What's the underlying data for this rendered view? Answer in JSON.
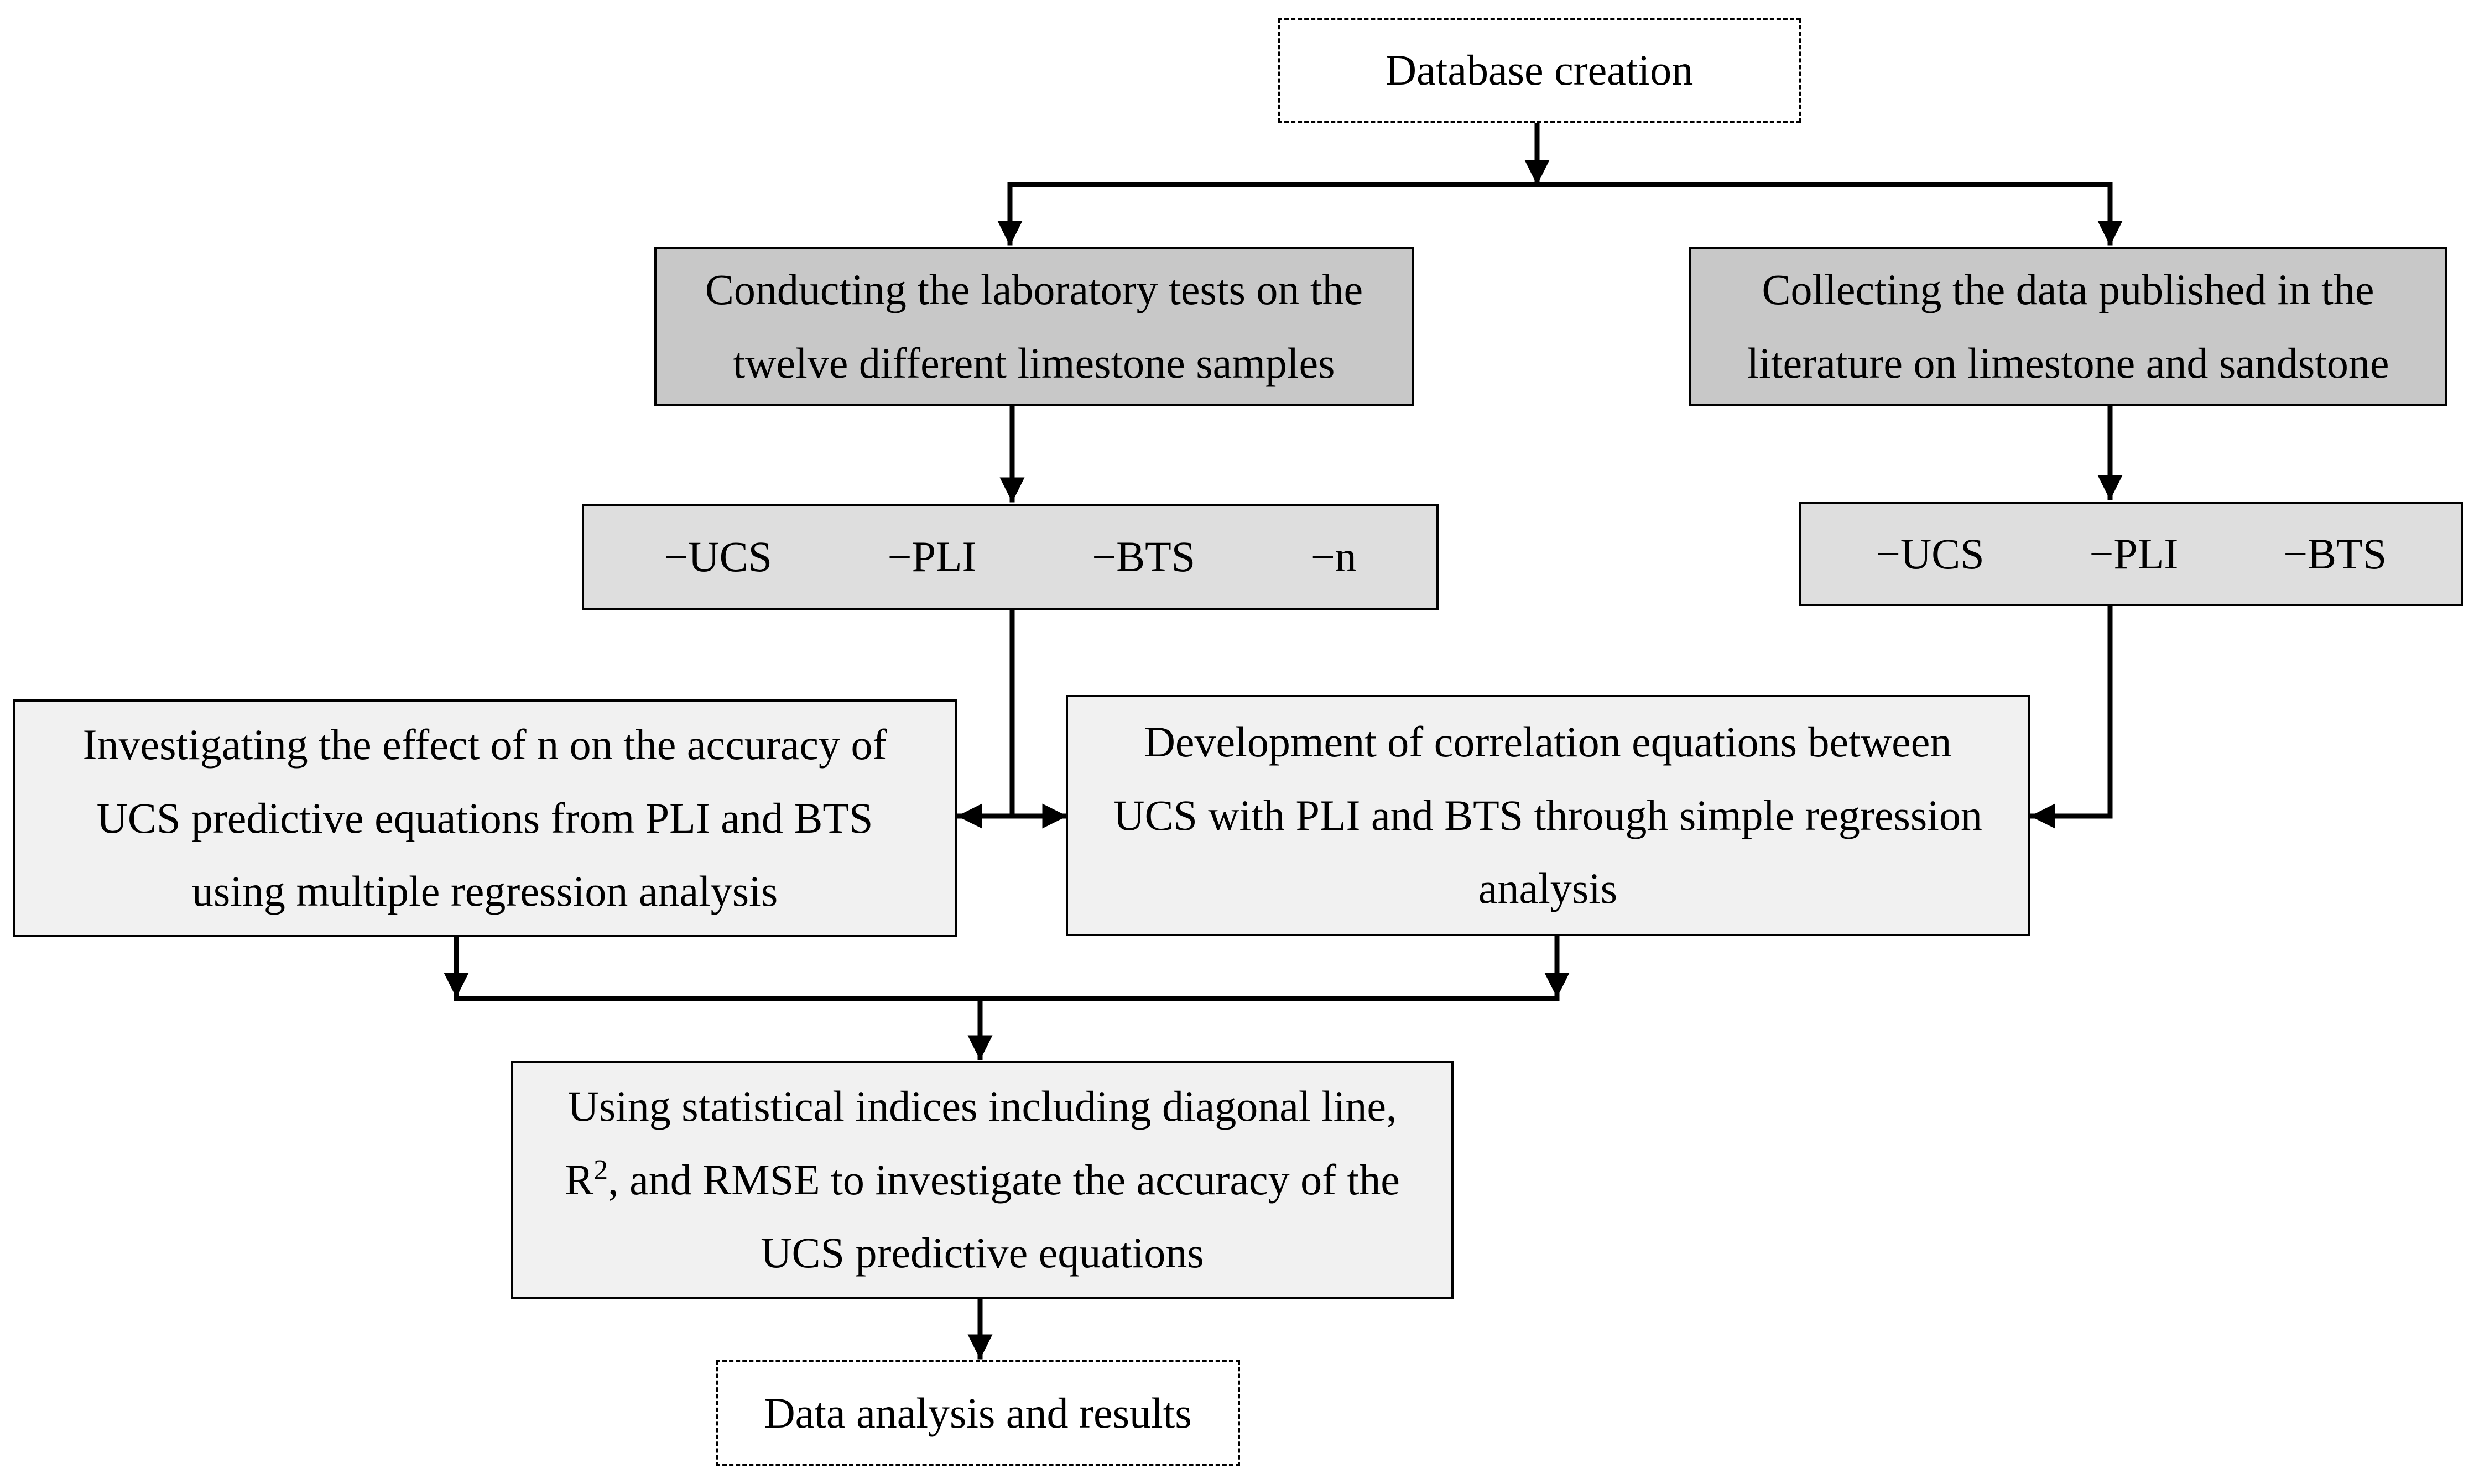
{
  "start": {
    "label": "Database creation"
  },
  "left_branch": {
    "title_line1": "Conducting the laboratory tests on the",
    "title_line2": "twelve different limestone samples",
    "parameters": [
      "−UCS",
      "−PLI",
      "−BTS",
      "−n"
    ]
  },
  "right_branch": {
    "title_line1": "Collecting the data published in the",
    "title_line2": "literature on limestone and sandstone",
    "parameters": [
      "−UCS",
      "−PLI",
      "−BTS"
    ]
  },
  "multiple_regression": {
    "line1": "Investigating the effect of n on the accuracy of",
    "line2": "UCS predictive equations from PLI and BTS",
    "line3": "using multiple regression analysis"
  },
  "simple_regression": {
    "line1": "Development of correlation equations between",
    "line2": "UCS with PLI and BTS through simple regression",
    "line3": "analysis"
  },
  "statistics": {
    "line1": "Using statistical indices including diagonal line,",
    "line2_prefix": "R",
    "line2_sup": "2",
    "line2_suffix": ", and RMSE to investigate the accuracy of the",
    "line3": "UCS predictive equations"
  },
  "end": {
    "label": "Data analysis and results"
  },
  "colors": {
    "line": "#000000",
    "dark_box": "#c8c8c8",
    "mid_box": "#dedede",
    "light_box": "#f1f1f1"
  }
}
